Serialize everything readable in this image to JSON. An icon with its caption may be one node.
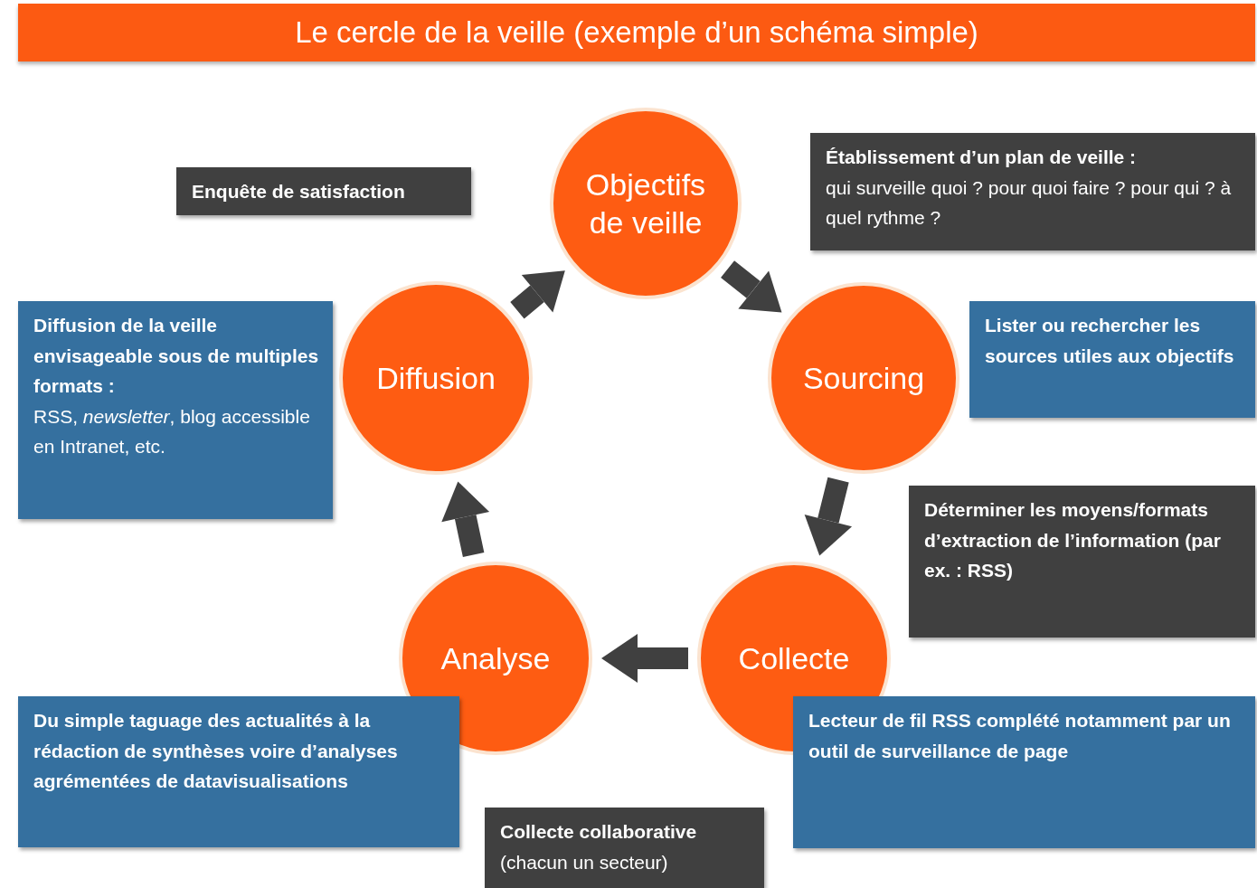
{
  "diagram": {
    "title": "Le cercle de la veille (exemple d’un schéma simple)",
    "nodes": [
      {
        "text": [
          "Objectifs de veille"
        ]
      },
      {
        "text": [
          "Sourcing"
        ]
      },
      {
        "text": [
          "Collecte"
        ]
      },
      {
        "text": [
          "Analyse"
        ]
      },
      {
        "text": [
          "Diffusion"
        ]
      },
      {
        "text": [
          "Établissement d’un plan de veille :",
          "qui surveille quoi ? pour quoi faire ? pour qui ? à quel rythme ?"
        ]
      },
      {
        "text": [
          "Lister ou rechercher les sources utiles aux objectifs"
        ]
      },
      {
        "text": [
          "Déterminer les moyens/formats d’extraction de l’information (par ex. : RSS)"
        ]
      },
      {
        "text": [
          "Lecteur de fil RSS complété notamment par un outil de surveillance de page"
        ]
      },
      {
        "text": [
          "Collecte collaborative",
          "(chacun un secteur)"
        ]
      },
      {
        "text": [
          "Du simple taguage des actualités à la rédaction de synthèses voire d’analyses agrémentées de datavisualisations"
        ]
      },
      {
        "text": [
          "Diffusion de la veille envisageable sous de multiples formats :",
          "RSS, *newsletter*, blog accessible en Intranet, etc."
        ]
      },
      {
        "text": [
          "Enquête de satisfaction"
        ]
      }
    ],
    "edges": [
      {
        "from": 0,
        "to": 1,
        "arrow": "to"
      },
      {
        "from": 1,
        "to": 2,
        "arrow": "to"
      },
      {
        "from": 2,
        "to": 3,
        "arrow": "to"
      },
      {
        "from": 3,
        "to": 4,
        "arrow": "to"
      },
      {
        "from": 4,
        "to": 0,
        "arrow": "to"
      }
    ]
  }
}
